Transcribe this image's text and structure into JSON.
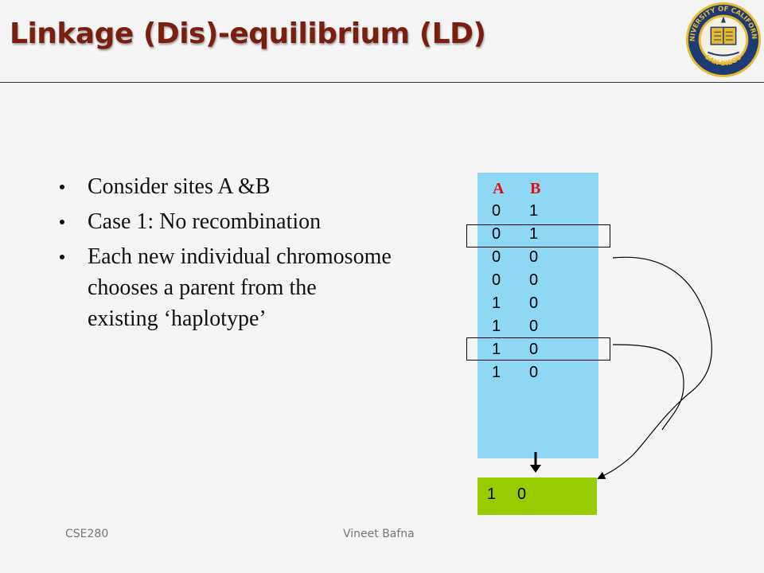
{
  "title": "Linkage (Dis)-equilibrium  (LD)",
  "logo": {
    "type": "university-seal",
    "text_top": "UNIVERSITY OF CALIFORNIA",
    "text_bottom": "SAN DIEGO",
    "colors": {
      "navy": "#1d3b74",
      "gold": "#e8b92f"
    }
  },
  "bullets": [
    "Consider sites A &B",
    "Case 1: No recombination",
    "Each new individual chromosome chooses a parent from the existing ‘haplotype’"
  ],
  "population": {
    "header_a": "A",
    "header_b": "B",
    "rows": [
      [
        "0",
        "1"
      ],
      [
        "0",
        "1"
      ],
      [
        "0",
        "0"
      ],
      [
        "0",
        "0"
      ],
      [
        "1",
        "0"
      ],
      [
        "1",
        "0"
      ],
      [
        "1",
        "0"
      ],
      [
        "1",
        "0"
      ]
    ],
    "highlighted_rows": [
      1,
      6
    ]
  },
  "child": {
    "a": "1",
    "b": "0"
  },
  "footer": {
    "left": "CSE280",
    "center": "Vineet Bafna"
  },
  "colors": {
    "title": "#7a1f10",
    "population_box": "#8ed8f6",
    "child_box": "#99cc00",
    "header_letters": "#e01010",
    "background": "#f4f4f4"
  }
}
